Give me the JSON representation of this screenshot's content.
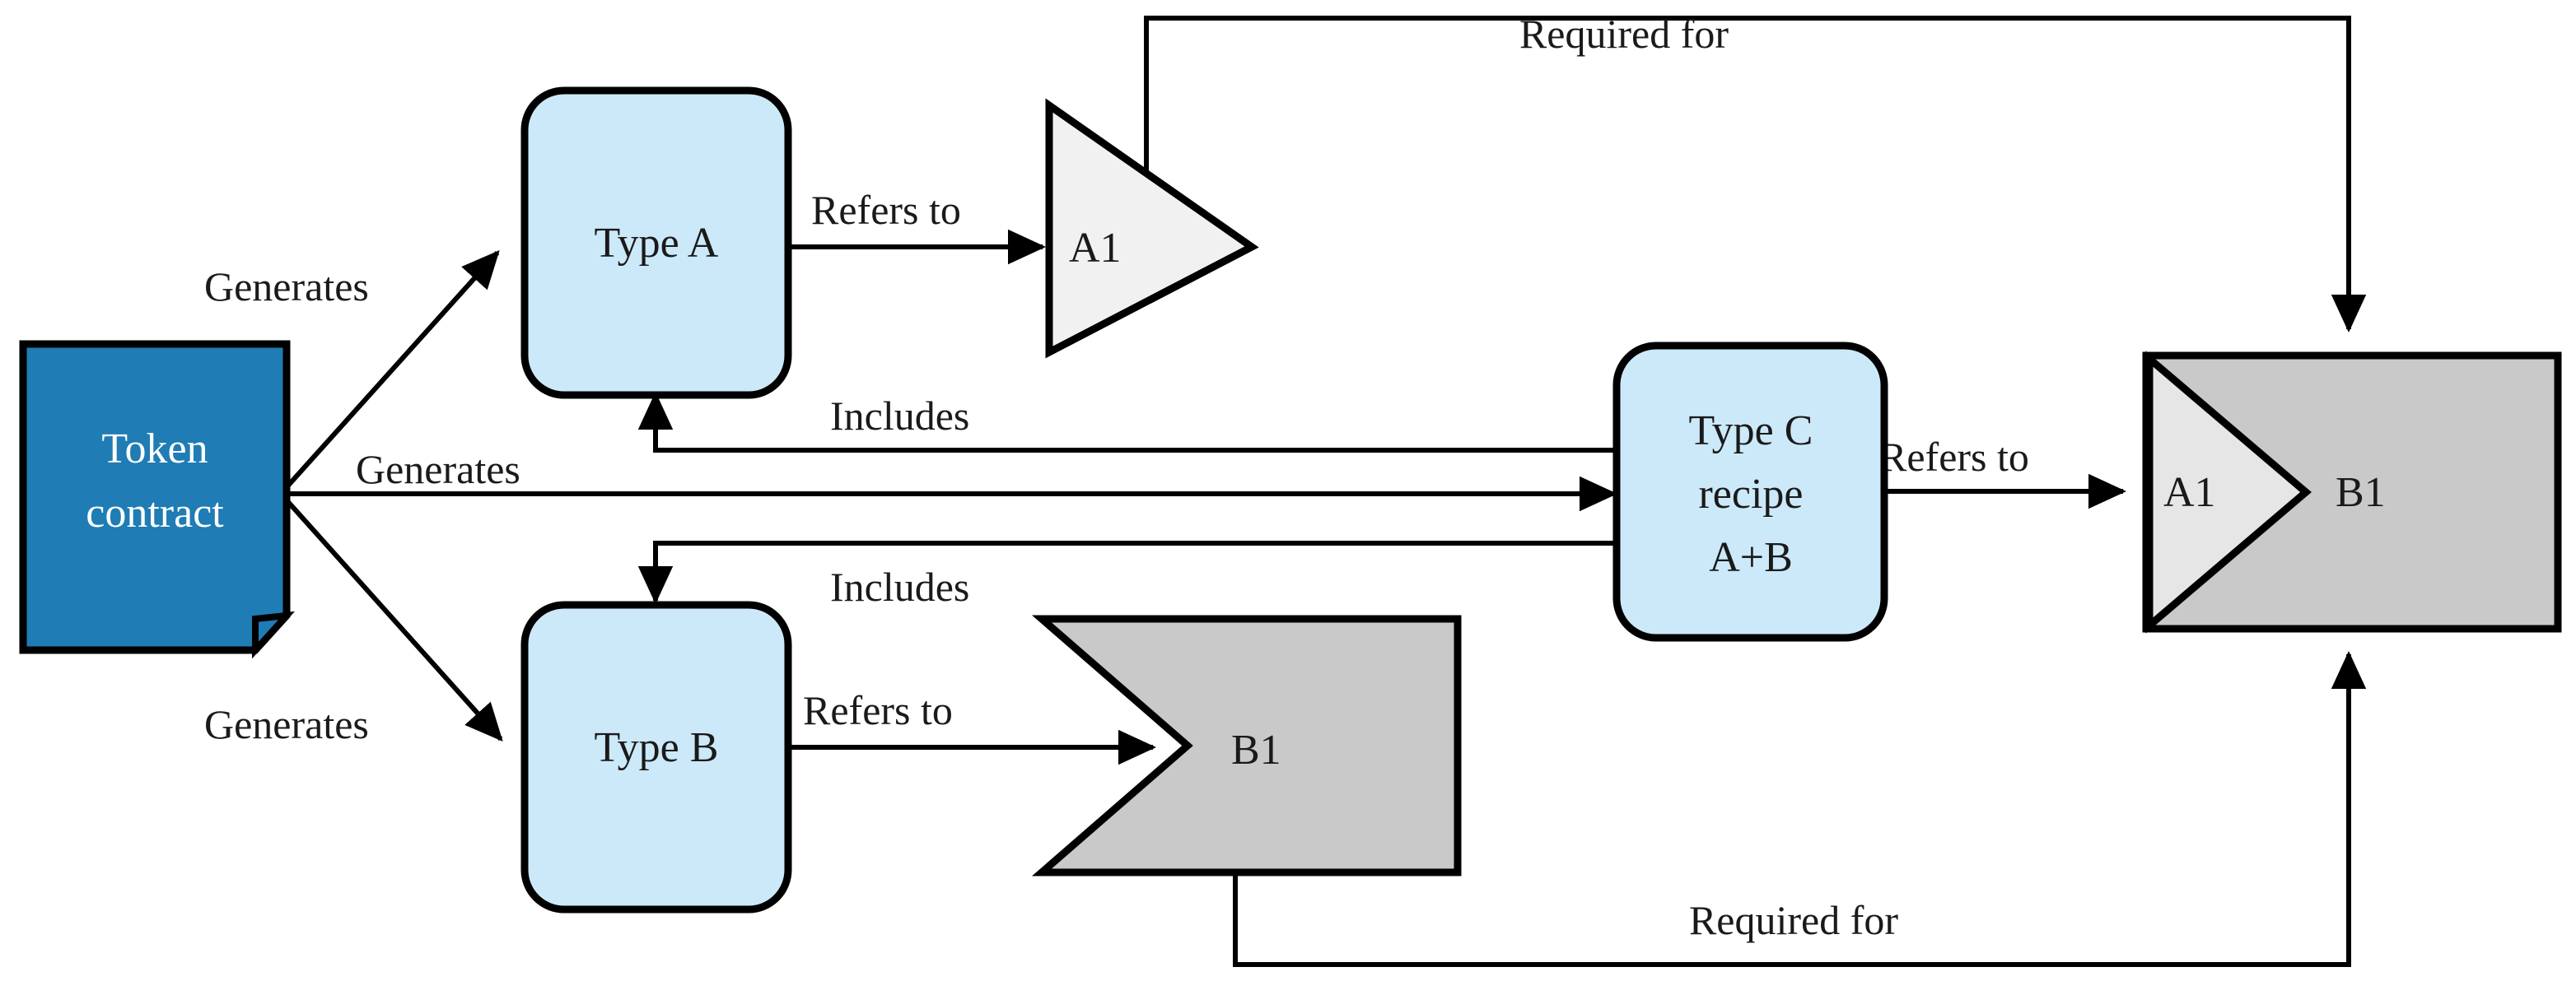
{
  "diagram": {
    "title": "Token contract type generation and reference diagram",
    "background_color": "#ffffff",
    "colors": {
      "contract_fill": "#1F7CB4",
      "contract_text": "#ffffff",
      "type_box_fill": "#CCE9F9",
      "outline": "#000000",
      "gray_fill": "#C9C9C9",
      "light_gray_fill": "#F0F0F0"
    },
    "nodes": {
      "token_contract": {
        "label_line1": "Token",
        "label_line2": "contract",
        "shape": "document"
      },
      "type_a": {
        "label": "Type A",
        "shape": "rounded-rect"
      },
      "type_b": {
        "label": "Type B",
        "shape": "rounded-rect"
      },
      "type_c": {
        "label_line1": "Type C",
        "label_line2": "recipe",
        "label_line3": "A+B",
        "shape": "rounded-rect"
      },
      "a1_triangle": {
        "label": "A1",
        "shape": "triangle"
      },
      "b1_chevron": {
        "label": "B1",
        "shape": "chevron"
      },
      "a1b1_composite": {
        "label_left": "A1",
        "label_right": "B1",
        "shape": "rect-with-triangle"
      }
    },
    "edges": {
      "generates_a": "Generates",
      "generates_c": "Generates",
      "generates_b": "Generates",
      "refers_to_a1": "Refers to",
      "refers_to_b1": "Refers to",
      "refers_to_composite": "Refers to",
      "includes_a": "Includes",
      "includes_b": "Includes",
      "required_for_top": "Required for",
      "required_for_bottom": "Required for"
    }
  }
}
